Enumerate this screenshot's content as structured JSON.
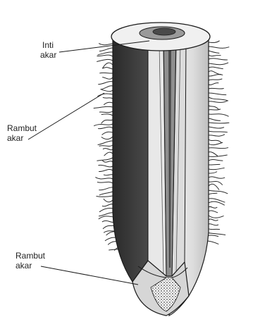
{
  "labels": {
    "core_line1": "Inti",
    "core_line2": "akar",
    "hair_line1": "Rambut",
    "hair_line2": "akar",
    "tip_line1": "Rambut",
    "tip_line2": "akar"
  },
  "colors": {
    "outline": "#1a1a1a",
    "cortex_dark": "#3a3a3a",
    "cortex_light": "#e6e6e6",
    "vascular": "#9a9a9a",
    "cap": "#d0d0d0",
    "background": "#ffffff"
  }
}
